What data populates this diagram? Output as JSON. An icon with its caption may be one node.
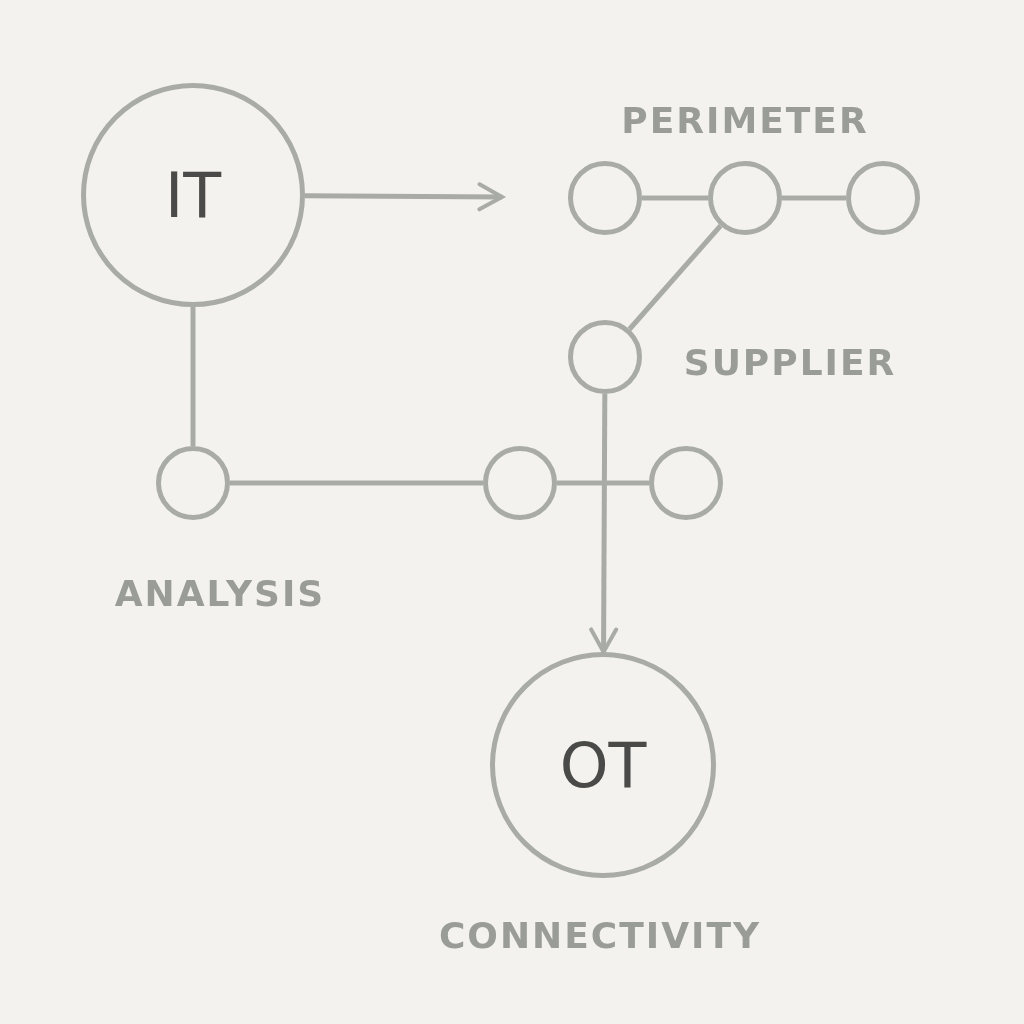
{
  "diagram": {
    "nodes": [
      {
        "text": [
          "IT"
        ]
      },
      {
        "text": [],
        "shape": "circle"
      },
      {
        "text": [],
        "shape": "circle"
      },
      {
        "text": [],
        "shape": "circle"
      },
      {
        "text": [],
        "shape": "circle"
      },
      {
        "text": [],
        "shape": "circle"
      },
      {
        "text": [],
        "shape": "circle"
      },
      {
        "text": [],
        "shape": "circle"
      },
      {
        "text": [
          "OT"
        ]
      }
    ],
    "edges": [
      {
        "from": 0,
        "to": null,
        "arrow": "to"
      },
      {
        "from": 1,
        "to": 2,
        "arrow": "none"
      },
      {
        "from": 2,
        "to": 3,
        "arrow": "none"
      },
      {
        "from": 2,
        "to": 4,
        "arrow": "none"
      },
      {
        "from": 0,
        "to": 5,
        "arrow": "none"
      },
      {
        "from": 5,
        "to": 6,
        "arrow": "none"
      },
      {
        "from": 6,
        "to": 7,
        "arrow": "none"
      },
      {
        "from": 4,
        "to": 8,
        "arrow": "to"
      }
    ],
    "labels": [
      "PERIMETER",
      "SUPPLIER",
      "ANALYSIS",
      "CONNECTIVITY"
    ]
  }
}
